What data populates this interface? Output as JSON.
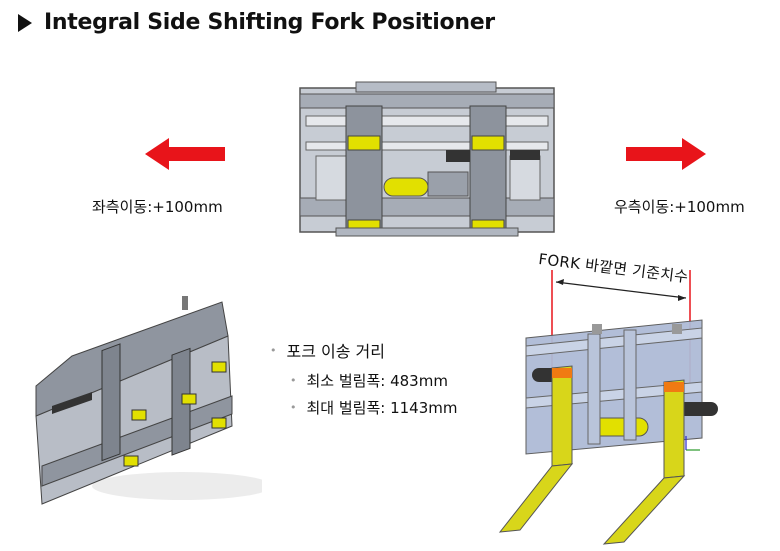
{
  "title": "Integral Side Shifting Fork Positioner",
  "left_shift_label": "좌측이동:+100mm",
  "right_shift_label": "우측이동:+100mm",
  "fork_measure_caption": "FORK 바깥면 기준치수",
  "bullets": {
    "main": "포크 이송 거리",
    "min_width": "최소 벌림폭: 483mm",
    "max_width": "최대 벌림폭: 1143mm"
  },
  "colors": {
    "arrow": "#e8141a",
    "frame": "#9ea3ad",
    "cylinder": "#e2e000",
    "pad": "#f07a12",
    "fork": "#d8d61a"
  }
}
